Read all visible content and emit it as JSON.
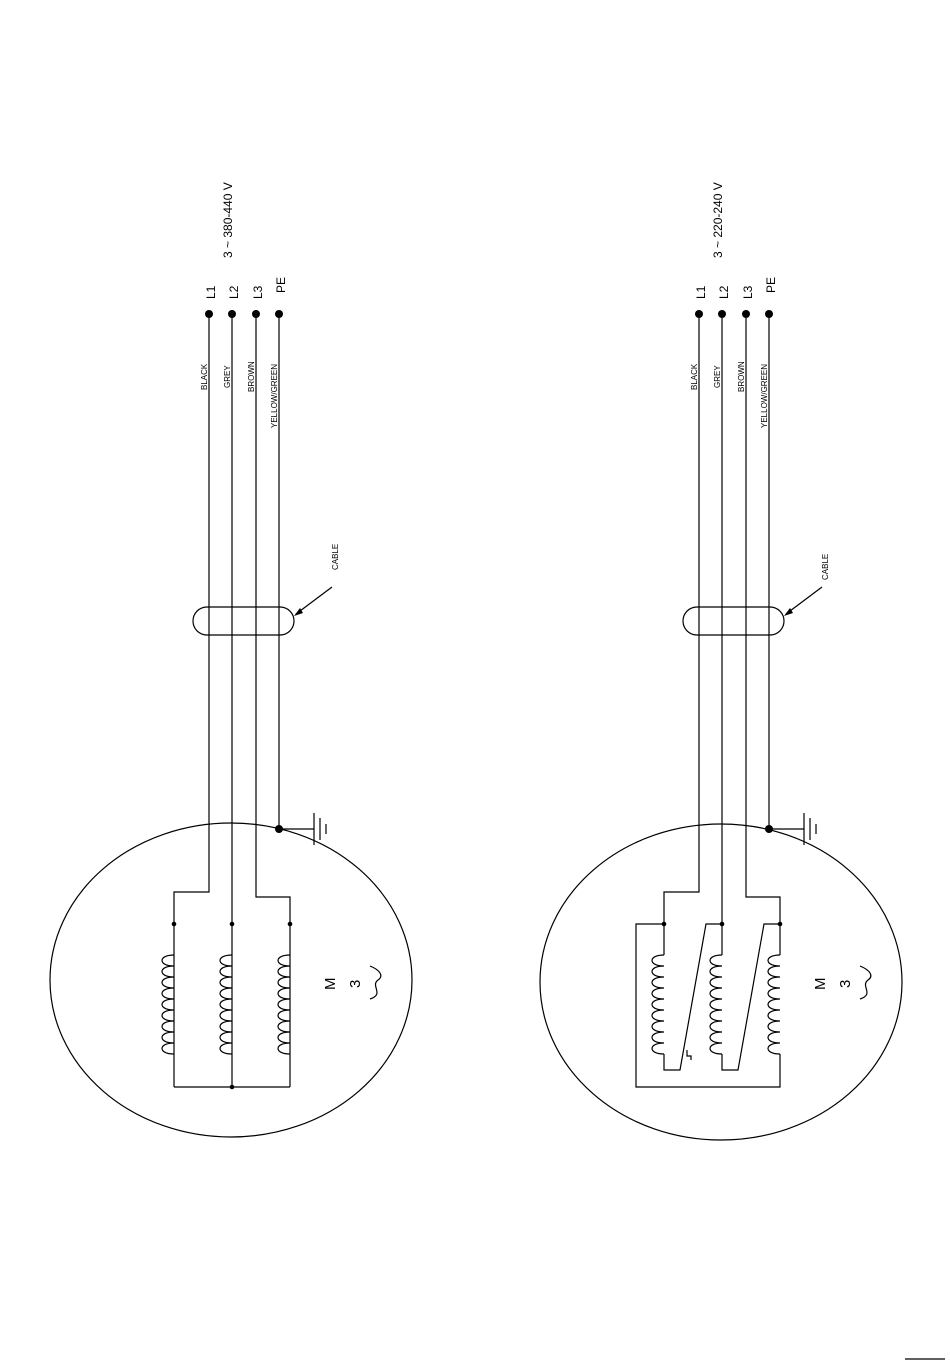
{
  "diagrams": [
    {
      "id": "star",
      "voltage": "3 ~ 380-440 V",
      "terminals": [
        "L1",
        "L2",
        "L3",
        "PE"
      ],
      "wire_colors": [
        "BLACK",
        "GREY",
        "BROWN",
        "YELLOW/GREEN"
      ],
      "cable_label": "CABLE",
      "motor_label": "M",
      "motor_phase": "3"
    },
    {
      "id": "delta",
      "voltage": "3 ~ 220-240 V",
      "terminals": [
        "L1",
        "L2",
        "L3",
        "PE"
      ],
      "wire_colors": [
        "BLACK",
        "GREY",
        "BROWN",
        "YELLOW/GREEN"
      ],
      "cable_label": "CABLE",
      "motor_label": "M",
      "motor_phase": "3"
    }
  ]
}
